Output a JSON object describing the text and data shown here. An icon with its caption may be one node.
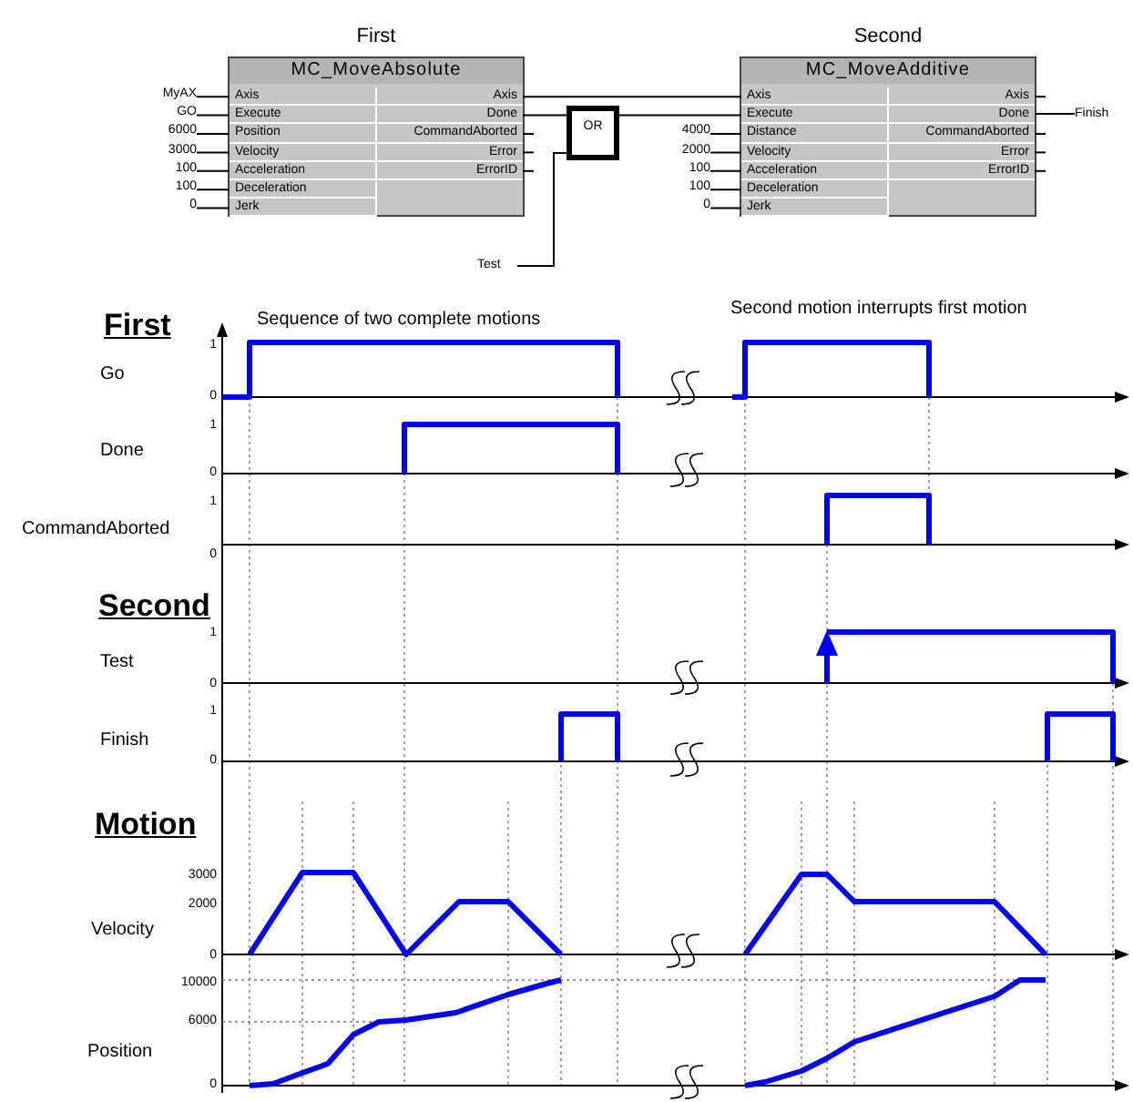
{
  "diagram": {
    "nodes": [
      {
        "text": [
          "First",
          "MC_MoveAbsolute"
        ]
      },
      {
        "text": [
          "Axis"
        ],
        "in": 0
      },
      {
        "text": [
          "Execute"
        ],
        "in": 0
      },
      {
        "text": [
          "Position"
        ],
        "in": 0
      },
      {
        "text": [
          "Velocity"
        ],
        "in": 0
      },
      {
        "text": [
          "Acceleration"
        ],
        "in": 0
      },
      {
        "text": [
          "Deceleration"
        ],
        "in": 0
      },
      {
        "text": [
          "Jerk"
        ],
        "in": 0
      },
      {
        "text": [
          "Axis"
        ],
        "in": 0
      },
      {
        "text": [
          "Done"
        ],
        "in": 0
      },
      {
        "text": [
          "CommandAborted"
        ],
        "in": 0
      },
      {
        "text": [
          "Error"
        ],
        "in": 0
      },
      {
        "text": [
          "ErrorID"
        ],
        "in": 0
      },
      {
        "text": [
          "Second",
          "MC_MoveAdditive"
        ]
      },
      {
        "text": [
          "Axis"
        ],
        "in": 13
      },
      {
        "text": [
          "Execute"
        ],
        "in": 13
      },
      {
        "text": [
          "Distance"
        ],
        "in": 13
      },
      {
        "text": [
          "Velocity"
        ],
        "in": 13
      },
      {
        "text": [
          "Acceleration"
        ],
        "in": 13
      },
      {
        "text": [
          "Deceleration"
        ],
        "in": 13
      },
      {
        "text": [
          "Jerk"
        ],
        "in": 13
      },
      {
        "text": [
          "Axis"
        ],
        "in": 13
      },
      {
        "text": [
          "Done"
        ],
        "in": 13
      },
      {
        "text": [
          "CommandAborted"
        ],
        "in": 13
      },
      {
        "text": [
          "Error"
        ],
        "in": 13
      },
      {
        "text": [
          "ErrorID"
        ],
        "in": 13
      },
      {
        "text": [
          "OR"
        ]
      },
      {
        "text": [
          "Test"
        ]
      },
      {
        "text": [
          "Finish"
        ]
      },
      {
        "text": [
          "MyAX"
        ]
      },
      {
        "text": [
          "GO"
        ]
      },
      {
        "text": [
          "6000"
        ]
      },
      {
        "text": [
          "3000"
        ]
      },
      {
        "text": [
          "100"
        ]
      },
      {
        "text": [
          "100"
        ]
      },
      {
        "text": [
          "0"
        ]
      },
      {
        "text": [
          "4000"
        ]
      },
      {
        "text": [
          "2000"
        ]
      },
      {
        "text": [
          "100"
        ]
      },
      {
        "text": [
          "100"
        ]
      },
      {
        "text": [
          "0"
        ]
      }
    ],
    "edges": [
      {
        "from": 29,
        "to": 1,
        "arrow": "none"
      },
      {
        "from": 30,
        "to": 2,
        "arrow": "none"
      },
      {
        "from": 31,
        "to": 3,
        "arrow": "none"
      },
      {
        "from": 32,
        "to": 4,
        "arrow": "none"
      },
      {
        "from": 33,
        "to": 5,
        "arrow": "none"
      },
      {
        "from": 34,
        "to": 6,
        "arrow": "none"
      },
      {
        "from": 35,
        "to": 7,
        "arrow": "none"
      },
      {
        "from": 36,
        "to": 16,
        "arrow": "none"
      },
      {
        "from": 37,
        "to": 17,
        "arrow": "none"
      },
      {
        "from": 38,
        "to": 18,
        "arrow": "none"
      },
      {
        "from": 39,
        "to": 19,
        "arrow": "none"
      },
      {
        "from": 40,
        "to": 20,
        "arrow": "none"
      },
      {
        "from": 8,
        "to": 14,
        "arrow": "none"
      },
      {
        "from": 9,
        "to": 26,
        "arrow": "none"
      },
      {
        "from": 27,
        "to": 26,
        "arrow": "none"
      },
      {
        "from": 26,
        "to": 15,
        "arrow": "none"
      },
      {
        "from": 22,
        "to": 28,
        "arrow": "none"
      },
      {
        "from": 10,
        "to": null,
        "arrow": "none"
      },
      {
        "from": 11,
        "to": null,
        "arrow": "none"
      },
      {
        "from": 12,
        "to": null,
        "arrow": "none"
      },
      {
        "from": 21,
        "to": null,
        "arrow": "none"
      },
      {
        "from": 23,
        "to": null,
        "arrow": "none"
      },
      {
        "from": 24,
        "to": null,
        "arrow": "none"
      },
      {
        "from": 25,
        "to": null,
        "arrow": "none"
      }
    ],
    "labels": [
      "First",
      "Sequence of two complete motions",
      "Second motion interrupts first motion",
      "1",
      "Go",
      "0",
      "1",
      "Done",
      "0",
      "1",
      "CommandAborted",
      "0",
      "Second",
      "1",
      "Test",
      "0",
      "1",
      "Finish",
      "0",
      "Motion",
      "3000",
      "2000",
      "Velocity",
      "0",
      "10000",
      "6000",
      "Position",
      "0"
    ]
  }
}
